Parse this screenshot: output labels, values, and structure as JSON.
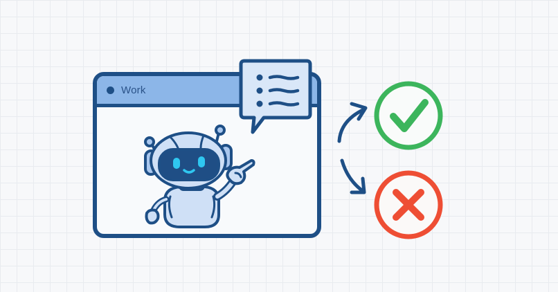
{
  "window": {
    "title": "Work"
  },
  "bubble": {
    "icon": "checklist-icon",
    "items": 3
  },
  "robot": {
    "icon": "robot-pointing-icon"
  },
  "outcomes": [
    {
      "name": "success",
      "icon": "check-circle-icon",
      "color": "#3cb55c"
    },
    {
      "name": "failure",
      "icon": "x-circle-icon",
      "color": "#ee4e34"
    }
  ],
  "colors": {
    "frame": "#1e4f86",
    "title_bar": "#8cb6e8",
    "bubble_fill": "#d9e7f8",
    "robot_fill": "#cfe0f6",
    "robot_visor": "#1f4e85",
    "robot_eyes": "#2fc7f0",
    "arrow": "#1e4f86",
    "success": "#3cb55c",
    "failure": "#ee4e34"
  }
}
